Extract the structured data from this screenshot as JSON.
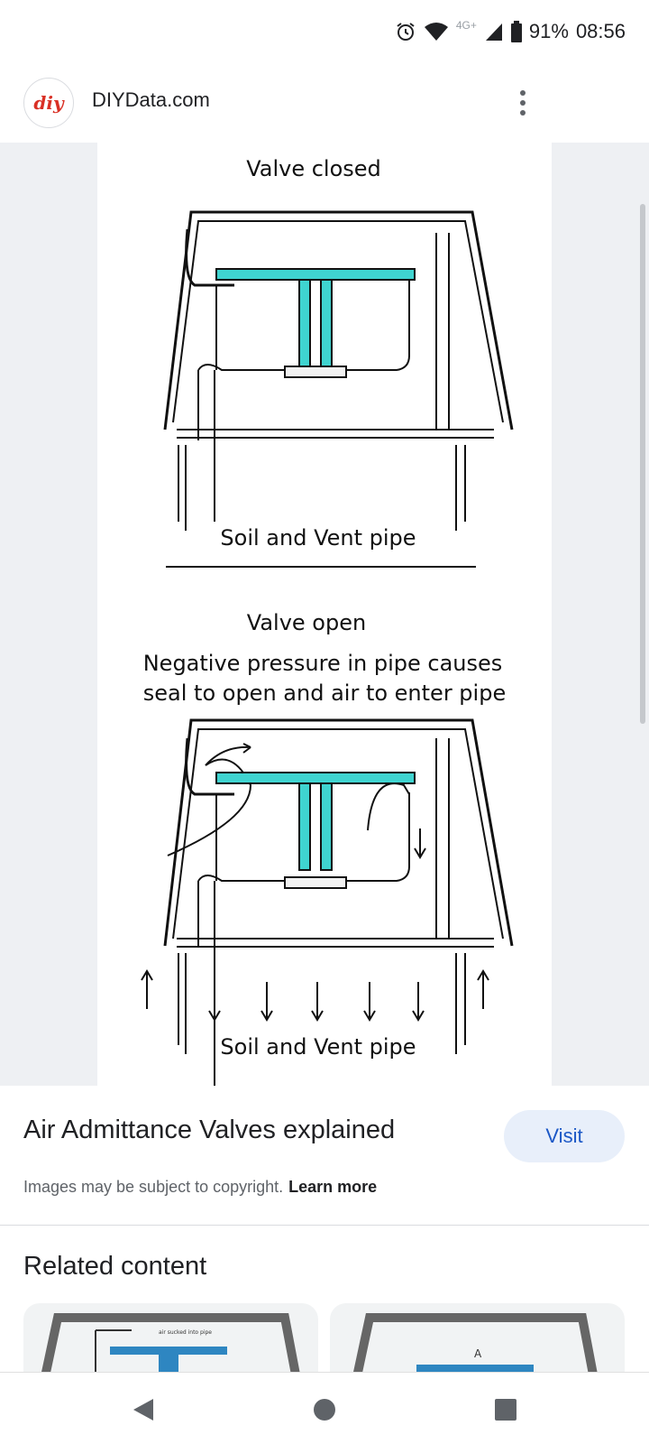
{
  "status_bar": {
    "network": "4G+",
    "battery": "91%",
    "time": "08:56",
    "icons": [
      "alarm-icon",
      "wifi-icon",
      "signal-icon",
      "battery-icon"
    ]
  },
  "header": {
    "logo_text": "diy",
    "site_name": "DIYData.com",
    "menu_icon": "more-vert-icon"
  },
  "diagram": {
    "top_caption": "Valve closed",
    "top_pipe_label": "Soil and Vent pipe",
    "bottom_caption": "Valve open",
    "bottom_subcaption_line1": "Negative pressure in pipe causes",
    "bottom_subcaption_line2": "seal to open and air to enter pipe",
    "bottom_pipe_label": "Soil and Vent pipe",
    "seal_color": "#3fd4d0"
  },
  "result": {
    "title": "Air Admittance Valves explained",
    "visit_label": "Visit",
    "copyright_text": "Images may be subject to copyright.",
    "learn_more": "Learn more"
  },
  "related": {
    "heading": "Related content",
    "card1_caption": "air sucked into pipe",
    "card2_label": "A"
  },
  "nav": {
    "icons": [
      "back-icon",
      "home-icon",
      "recents-icon"
    ]
  },
  "colors": {
    "accent": "#1a57c6",
    "visit_bg": "#e8effa",
    "logo_red": "#d93025"
  }
}
